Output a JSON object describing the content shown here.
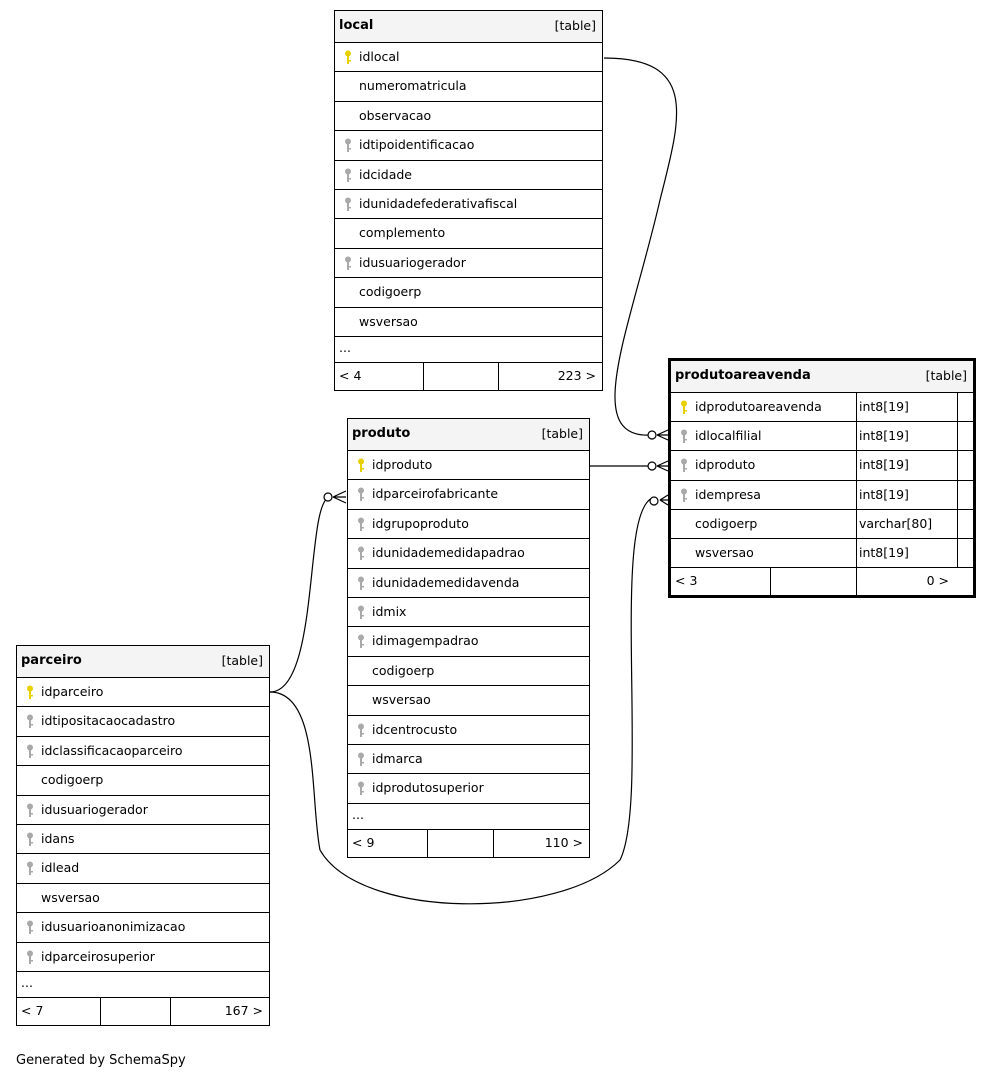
{
  "tables": {
    "local": {
      "name": "local",
      "kind": "[table]",
      "columns": [
        "idlocal",
        "numeromatricula",
        "observacao",
        "idtipoidentificacao",
        "idcidade",
        "idunidadefederativafiscal",
        "complemento",
        "idusuariogerador",
        "codigoerp",
        "wsversao"
      ],
      "key_types": [
        "primary",
        "none",
        "none",
        "foreign",
        "foreign",
        "foreign",
        "none",
        "foreign",
        "none",
        "none"
      ],
      "ellipsis": "...",
      "parents": "< 4",
      "children": "223 >"
    },
    "produto": {
      "name": "produto",
      "kind": "[table]",
      "columns": [
        "idproduto",
        "idparceirofabricante",
        "idgrupoproduto",
        "idunidademedidapadrao",
        "idunidademedidavenda",
        "idmix",
        "idimagempadrao",
        "codigoerp",
        "wsversao",
        "idcentrocusto",
        "idmarca",
        "idprodutosuperior"
      ],
      "key_types": [
        "primary",
        "foreign",
        "foreign",
        "foreign",
        "foreign",
        "foreign",
        "foreign",
        "none",
        "none",
        "foreign",
        "foreign",
        "foreign"
      ],
      "ellipsis": "...",
      "parents": "< 9",
      "children": "110 >"
    },
    "parceiro": {
      "name": "parceiro",
      "kind": "[table]",
      "columns": [
        "idparceiro",
        "idtipositacaocadastro",
        "idclassificacaoparceiro",
        "codigoerp",
        "idusuariogerador",
        "idans",
        "idlead",
        "wsversao",
        "idusuarioanonimizacao",
        "idparceirosuperior"
      ],
      "key_types": [
        "primary",
        "foreign",
        "foreign",
        "none",
        "foreign",
        "foreign",
        "foreign",
        "none",
        "foreign",
        "foreign"
      ],
      "ellipsis": "...",
      "parents": "< 7",
      "children": "167 >"
    },
    "produtoareavenda": {
      "name": "produtoareavenda",
      "kind": "[table]",
      "columns": [
        {
          "name": "idprodutoareavenda",
          "type": "int8[19]"
        },
        {
          "name": "idlocalfilial",
          "type": "int8[19]"
        },
        {
          "name": "idproduto",
          "type": "int8[19]"
        },
        {
          "name": "idempresa",
          "type": "int8[19]"
        },
        {
          "name": "codigoerp",
          "type": "varchar[80]"
        },
        {
          "name": "wsversao",
          "type": "int8[19]"
        }
      ],
      "key_types": [
        "primary",
        "foreign",
        "foreign",
        "foreign",
        "none",
        "none"
      ],
      "parents": "< 3",
      "children": "0 >"
    }
  },
  "colors": {
    "primary_key": "#e8d000",
    "foreign_key": "#a9a9a9",
    "header_bg": "#f4f4f4"
  },
  "footer": "Generated by SchemaSpy"
}
